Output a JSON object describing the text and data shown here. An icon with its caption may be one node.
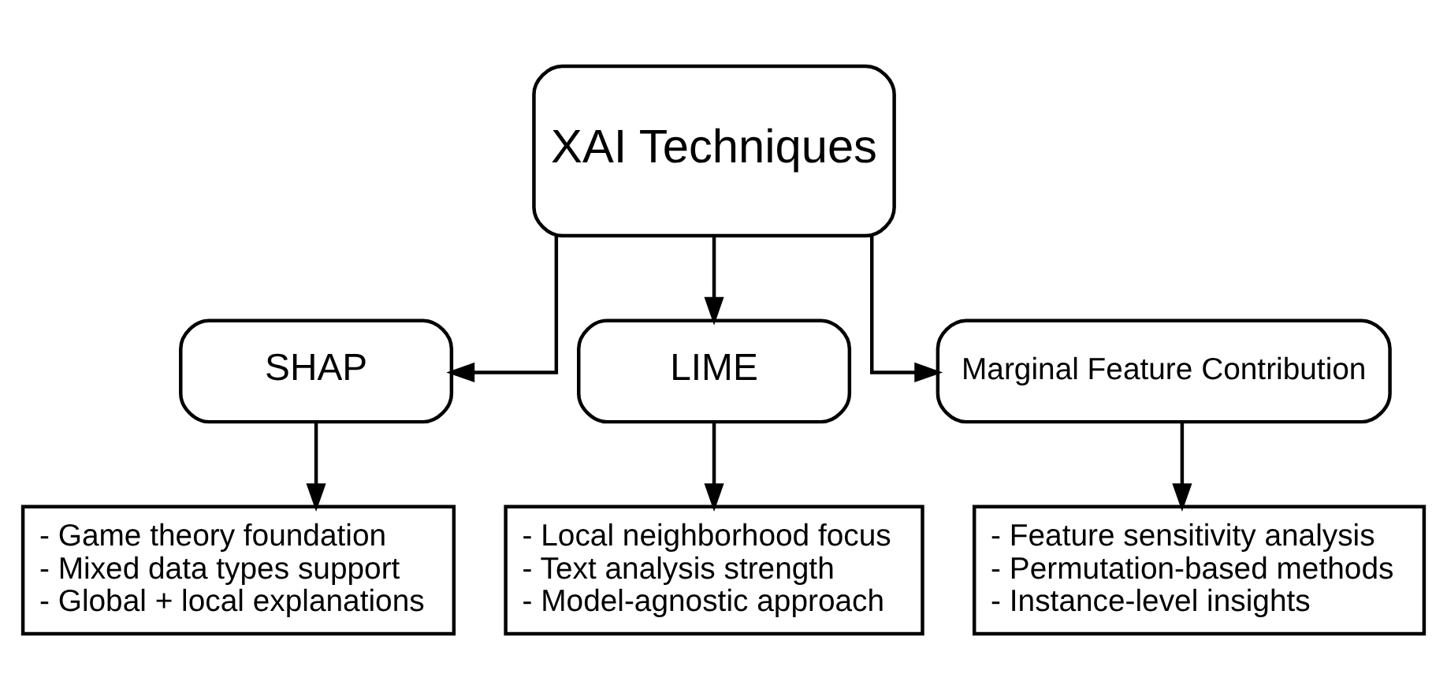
{
  "diagram": {
    "nodes": [
      {
        "text": [
          "XAI Techniques"
        ]
      },
      {
        "text": [
          "SHAP"
        ]
      },
      {
        "text": [
          "LIME"
        ]
      },
      {
        "text": [
          "Marginal Feature Contribution"
        ]
      },
      {
        "text": [
          "- Game theory foundation",
          "- Mixed data types support",
          "- Global + local explanations"
        ]
      },
      {
        "text": [
          "- Local neighborhood focus",
          "- Text analysis strength",
          "- Model-agnostic approach"
        ]
      },
      {
        "text": [
          "- Feature sensitivity analysis",
          "- Permutation-based methods",
          "- Instance-level insights"
        ]
      }
    ],
    "edges": [
      {
        "from": 0,
        "to": 1,
        "arrow": "to"
      },
      {
        "from": 0,
        "to": 2,
        "arrow": "to"
      },
      {
        "from": 0,
        "to": 3,
        "arrow": "to"
      },
      {
        "from": 1,
        "to": 4,
        "arrow": "to"
      },
      {
        "from": 2,
        "to": 5,
        "arrow": "to"
      },
      {
        "from": 3,
        "to": 6,
        "arrow": "to"
      }
    ]
  }
}
